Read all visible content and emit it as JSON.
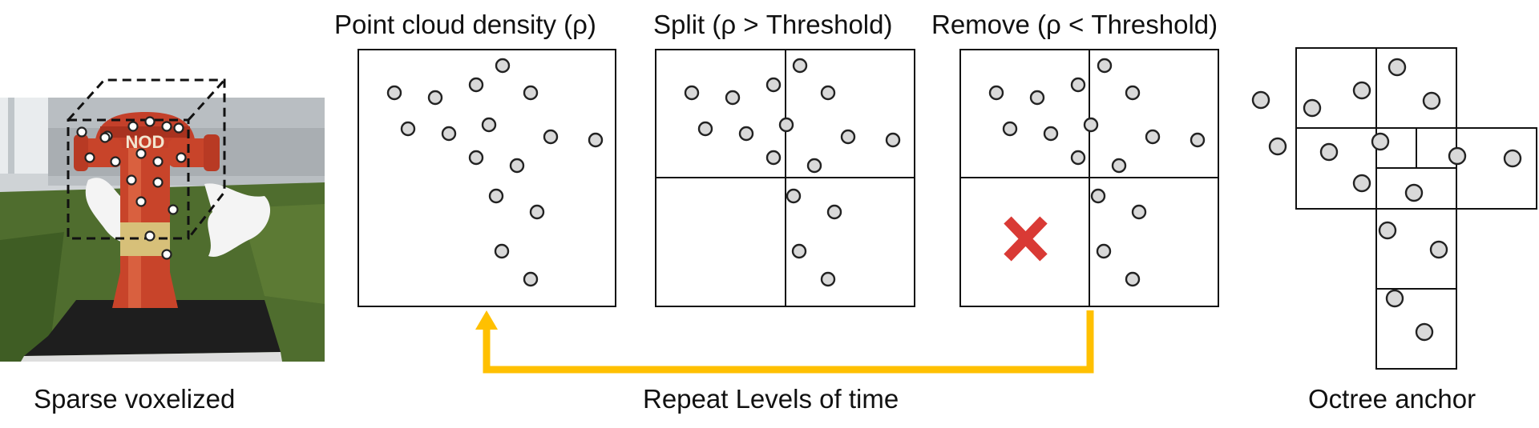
{
  "panels": {
    "density": {
      "title": "Point cloud density (ρ)"
    },
    "split": {
      "title": "Split (ρ > Threshold)"
    },
    "remove": {
      "title": "Remove (ρ < Threshold)"
    }
  },
  "captions": {
    "photo": "Sparse voxelized",
    "loop": "Repeat Levels of time",
    "octree": "Octree anchor"
  },
  "photo": {
    "hydrant_text": "NOD"
  },
  "colors": {
    "point_fill": "#d9d9d9",
    "point_stroke": "#222222",
    "loop_arrow": "#ffc000",
    "remove_mark": "#d93a35"
  },
  "icons": {
    "remove_mark": "x-mark-icon",
    "loop_arrow": "arrow-up-icon"
  }
}
